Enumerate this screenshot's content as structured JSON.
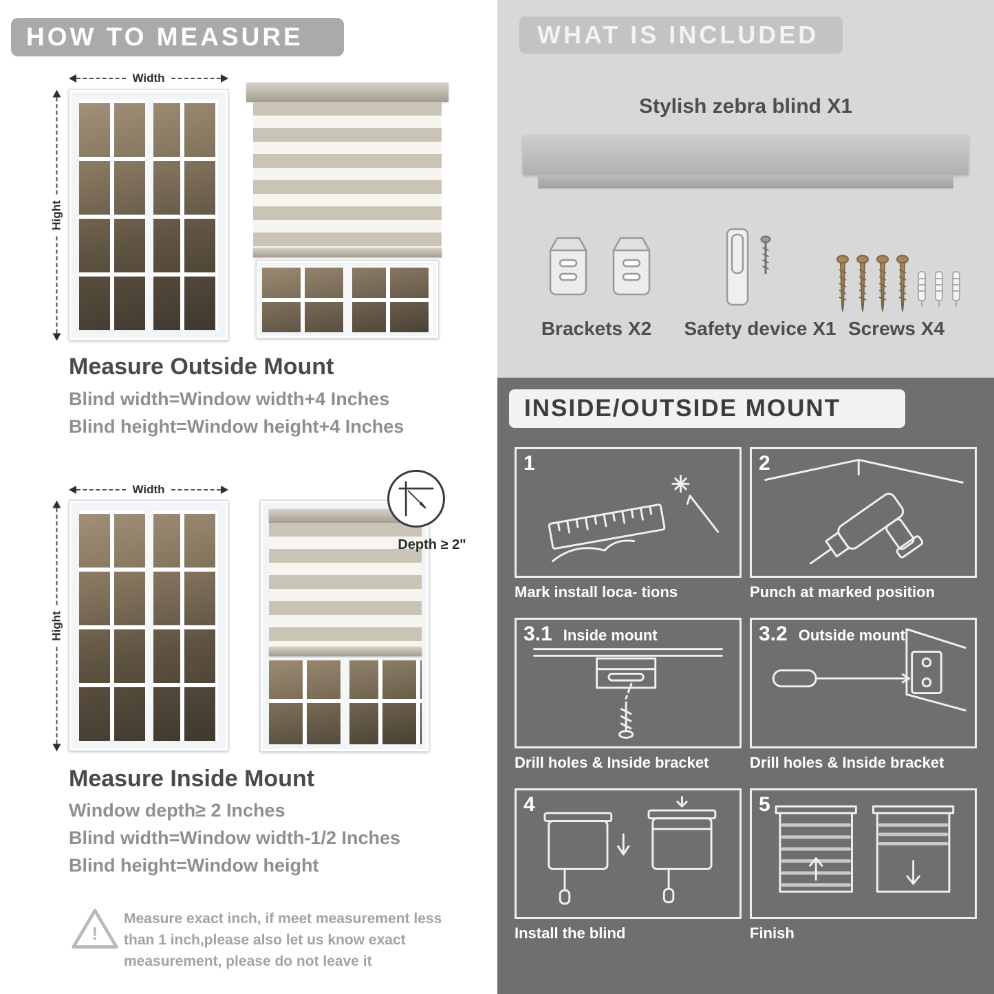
{
  "colors": {
    "howto_bar": "#aaaaaa",
    "included_bg": "#d8d8d8",
    "included_bar": "#c3c3c3",
    "mount_bg": "#6f6f6f",
    "stripe_gray": "#cac4b6",
    "text_dark": "#4a4a4a",
    "text_gray": "#8f8f8f"
  },
  "left": {
    "header": "HOW TO MEASURE",
    "width_label": "Width",
    "height_label": "Hight",
    "depth_label": "Depth ≥ 2\"",
    "outside": {
      "title": "Measure Outside Mount",
      "line1": "Blind width=Window width+4 Inches",
      "line2": "Blind height=Window height+4 Inches"
    },
    "inside": {
      "title": "Measure Inside Mount",
      "line1": "Window depth≥ 2 Inches",
      "line2": "Blind width=Window width-1/2 Inches",
      "line3": "Blind height=Window height"
    },
    "warning": {
      "mark": "!",
      "line1": "Measure exact inch, if meet measurement less",
      "line2": "than 1 inch,please also let us know exact",
      "line3": "measurement, please do not leave it"
    }
  },
  "right": {
    "included": {
      "header": "WHAT IS INCLUDED",
      "product": "Stylish zebra blind X1",
      "items": [
        {
          "label": "Brackets X2"
        },
        {
          "label": "Safety device X1"
        },
        {
          "label": "Screws X4"
        }
      ]
    },
    "mount": {
      "header": "INSIDE/OUTSIDE MOUNT",
      "steps": [
        {
          "num": "1",
          "title": "",
          "caption": "Mark install loca- tions"
        },
        {
          "num": "2",
          "title": "",
          "caption": "Punch at marked position"
        },
        {
          "num": "3.1",
          "title": "Inside mount",
          "caption": "Drill holes & Inside bracket"
        },
        {
          "num": "3.2",
          "title": "Outside mount",
          "caption": "Drill holes & Inside bracket"
        },
        {
          "num": "4",
          "title": "",
          "caption": "Install the blind"
        },
        {
          "num": "5",
          "title": "",
          "caption": "Finish"
        }
      ]
    }
  }
}
